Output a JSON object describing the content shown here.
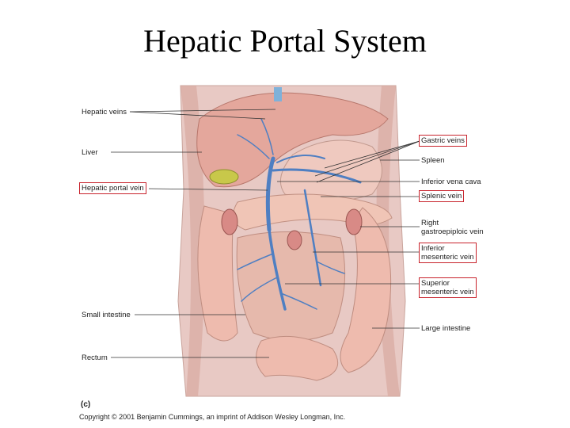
{
  "title": "Hepatic Portal System",
  "labels": {
    "hepatic_veins": "Hepatic veins",
    "liver": "Liver",
    "hepatic_portal_vein": "Hepatic portal vein",
    "small_intestine": "Small intestine",
    "rectum": "Rectum",
    "gastric_veins": "Gastric veins",
    "spleen": "Spleen",
    "inferior_vena_cava": "Inferior vena cava",
    "splenic_vein": "Splenic vein",
    "right_gastroepiploic_line1": "Right",
    "right_gastroepiploic_line2": "gastroepiploic vein",
    "inferior_mesenteric_line1": "Inferior",
    "inferior_mesenteric_line2": "mesenteric vein",
    "superior_mesenteric_line1": "Superior",
    "superior_mesenteric_line2": "mesenteric vein",
    "large_intestine": "Large intestine"
  },
  "highlighted_labels": [
    "Hepatic portal vein",
    "Gastric veins",
    "Splenic vein",
    "Inferior mesenteric vein",
    "Superior mesenteric vein"
  ],
  "highlight_color": "#c8232c",
  "part_label": "(c)",
  "copyright": "Copyright © 2001 Benjamin Cummings, an imprint of Addison Wesley Longman, Inc."
}
